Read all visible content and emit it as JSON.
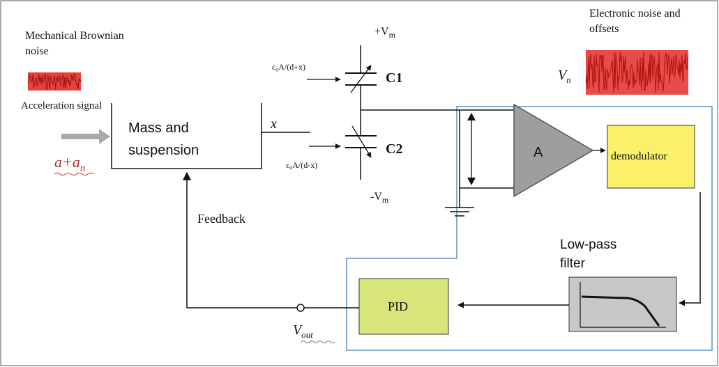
{
  "labels": {
    "mech_noise": [
      "Mechanical Brownian",
      "noise"
    ],
    "accel_signal": "Acceleration signal",
    "accel_input": "a+a",
    "accel_input_sub": "n",
    "mass_block": [
      "Mass and",
      "suspension"
    ],
    "x_label": "x",
    "plus_vm": "+V",
    "minus_vm": "-V",
    "vm_sub": "m",
    "c1": "C1",
    "c2": "C2",
    "eps_top": "ε₀A/(d+x)",
    "eps_bottom": "ε₀A/(d-x)",
    "elec_noise": [
      "Electronic noise and",
      "offsets"
    ],
    "vn": "V",
    "vn_sub": "n",
    "amp": "A",
    "demod": "demodulator",
    "lowpass": [
      "Low-pass",
      "filter"
    ],
    "pid": "PID",
    "vout": "V",
    "vout_sub": "out",
    "feedback": "Feedback"
  },
  "colors": {
    "line": "#111111",
    "frame_blue": "#5b8fc4",
    "amp_fill": "#9e9e9e",
    "demod_fill": "#fbf06a",
    "pid_fill": "#d8e57a",
    "filter_fill": "#c8c8c8",
    "noise_red": "#e0201b",
    "arrow_gray": "#a9a9a9",
    "squiggle_red": "#cc2a2a"
  }
}
